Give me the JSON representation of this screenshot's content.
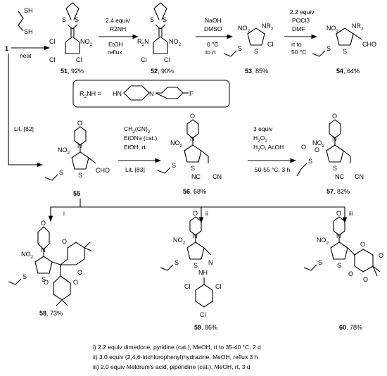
{
  "scheme": {
    "start_label": "1",
    "step1": {
      "condition": "neat"
    },
    "step2": {
      "conditions": [
        "2.4 equiv",
        "R2NH",
        "EtOH",
        "reflux"
      ]
    },
    "step3": {
      "conditions": [
        "NaOH",
        "DMSO",
        "0 °C",
        "to rt"
      ]
    },
    "step4": {
      "conditions": [
        "2.2 equiv",
        "POCl3",
        "DMF",
        "rt to",
        "50 °C"
      ]
    },
    "lit_left": "Lit.  [82]",
    "amine_def": "R2NH =",
    "step5": {
      "conditions": [
        "CH2(CN)2",
        "EtONa (cat.)",
        "EtOH, rt",
        "Lit. [83]"
      ]
    },
    "step6": {
      "conditions": [
        "3 equiv",
        "H2O2",
        "H2O, AcOH",
        "50-55 °C, 3 h"
      ]
    },
    "branches": [
      "i",
      "ii",
      "iii"
    ],
    "compounds": [
      {
        "num": "51",
        "yield": ", 92%"
      },
      {
        "num": "52",
        "yield": ", 90%"
      },
      {
        "num": "53",
        "yield": ", 85%"
      },
      {
        "num": "54",
        "yield": ", 64%"
      },
      {
        "num": "55",
        "yield": ""
      },
      {
        "num": "56",
        "yield": ", 68%"
      },
      {
        "num": "57",
        "yield": ", 82%"
      },
      {
        "num": "58",
        "yield": ", 73%"
      },
      {
        "num": "59",
        "yield": ", 86%"
      },
      {
        "num": "60",
        "yield": ", 78%"
      }
    ],
    "atoms": {
      "SH": "SH",
      "Cl": "Cl",
      "NO2": "NO",
      "two": "2",
      "R2N": "R",
      "N": "N",
      "S": "S",
      "O": "O",
      "F": "F",
      "HN": "HN",
      "CHO": "CHO",
      "CN": "CN",
      "NC": "NC",
      "NH": "NH"
    },
    "footnotes": [
      "i) 2.2 equiv dimedone, pyridine (cat.), MeOH, rt to 35-40 °C, 2 d",
      "ii) 3.0 equiv (2,4,6-trichlorophenyl)hydrazine, MeOH, reflux 3 h",
      "iii) 2.0 equiv Meldrum's acid, piperidine (cat.), MeOH, rt, 3 d"
    ]
  }
}
